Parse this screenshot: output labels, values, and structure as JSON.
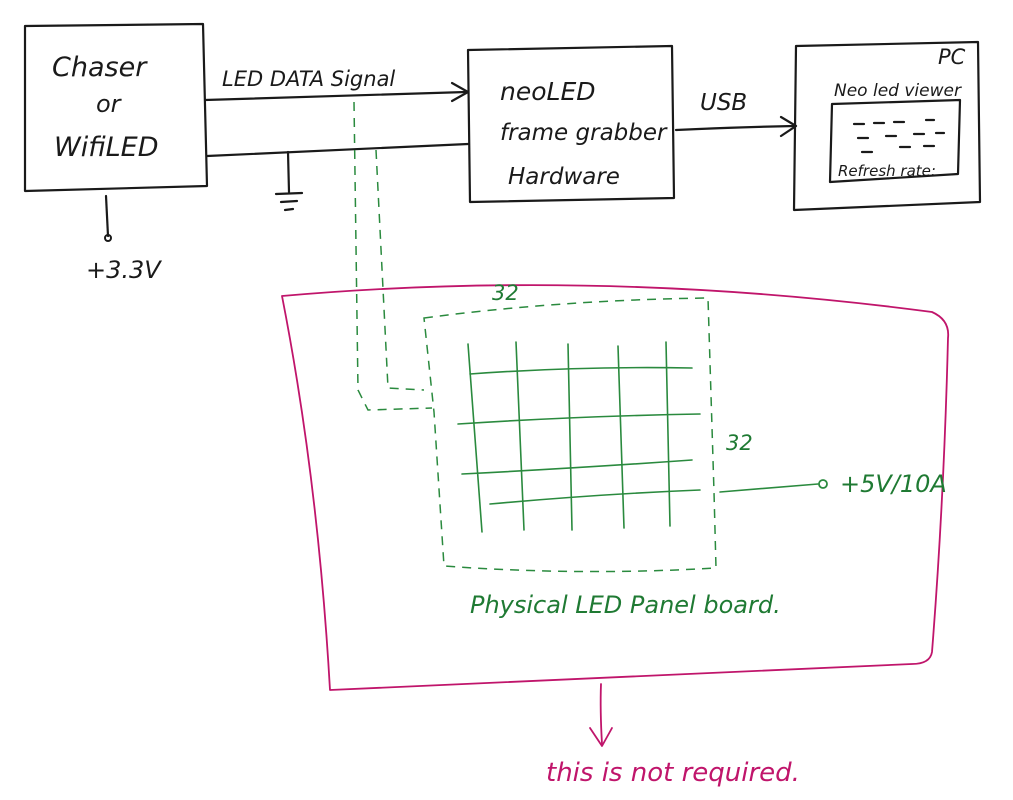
{
  "blocks": {
    "chaser": {
      "line1": "Chaser",
      "line2": "or",
      "line3": "WifiLED"
    },
    "neoled": {
      "line1": "neoLED",
      "line2": "frame grabber",
      "line3": "Hardware"
    },
    "pc": {
      "title": "PC",
      "app_title": "Neo led viewer",
      "refresh_label": "Refresh rate:"
    }
  },
  "connections": {
    "led_data": "LED DATA Signal",
    "usb": "USB",
    "supply_33": "+3.3V",
    "supply_5": "+5V/10A"
  },
  "panel": {
    "width_label": "32",
    "height_label": "32",
    "caption": "Physical LED Panel board."
  },
  "note": "this is not required."
}
